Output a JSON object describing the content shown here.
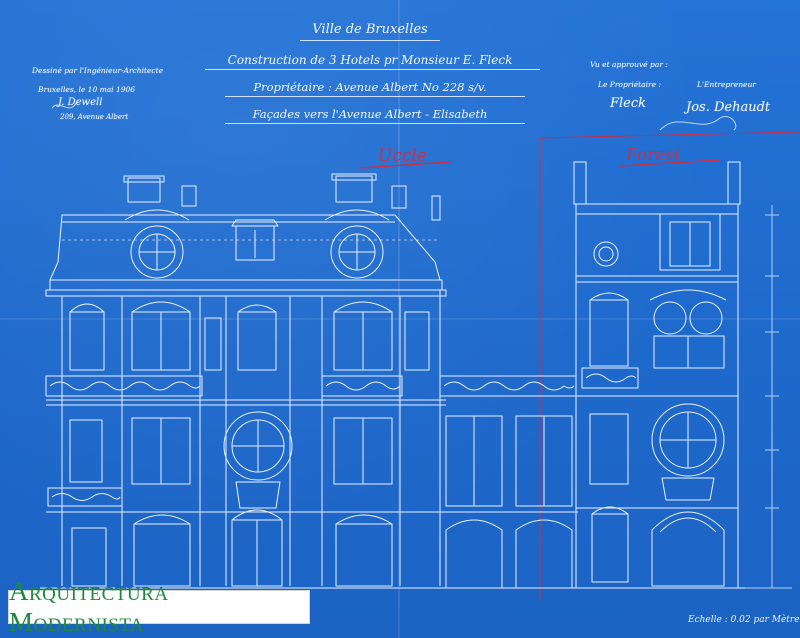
{
  "header": {
    "city": "Ville de Bruxelles",
    "project": "Construction de 3 Hotels pr Monsieur E. Fleck",
    "owner_line": "Propriétaire : Avenue Albert No 228 s/v.",
    "facade_line": "Façades vers l'Avenue Albert - Elisabeth"
  },
  "left_notes": {
    "line1": "Dessiné par l'Ingénieur-Architecte",
    "line2": "Bruxelles, le 10 mai 1906",
    "signature": "J. Dewell",
    "line3": "209, Avenue Albert"
  },
  "right_notes": {
    "approved": "Vu et approuvé par :",
    "owner_label": "Le Propriétaire :",
    "contractor_label": "L'Entrepreneur",
    "owner_signature": "Fleck",
    "contractor_signature": "Jos. Dehaudt"
  },
  "annotations": {
    "uccle": "Uccle",
    "forest": "Forest"
  },
  "scale_note": "Echelle : 0.02 par Mètre",
  "watermark": "Arquitectura Modernista",
  "colors": {
    "paper": "#1f6fd0",
    "line": "#e8f2ff",
    "red_ink": "#c9304a",
    "watermark_green": "#1f8a3c"
  }
}
